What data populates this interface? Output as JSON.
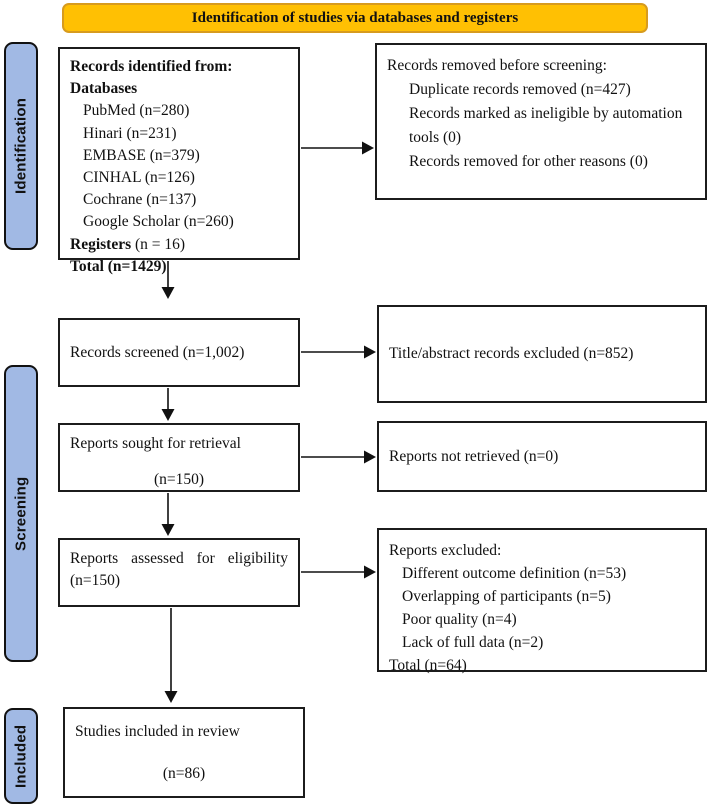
{
  "banner": {
    "label": "Identification of studies via databases and registers"
  },
  "colors": {
    "banner_fill": "#FFC003",
    "banner_border": "#D79B1E",
    "stage_fill": "#A1B9E4"
  },
  "stages": {
    "identification": "Identification",
    "screening": "Screening",
    "included": "Included"
  },
  "boxes": {
    "records_identified": {
      "title": "Records identified from:",
      "group": "Databases",
      "items": [
        "PubMed (n=280)",
        "Hinari (n=231)",
        "EMBASE (n=379)",
        "CINHAL (n=126)",
        "Cochrane (n=137)",
        "Google Scholar (n=260)"
      ],
      "registers_label": "Registers",
      "registers_value": " (n = 16)",
      "total": "Total (n=1429)"
    },
    "records_removed": {
      "title": "Records removed before screening:",
      "items": [
        "Duplicate records removed (n=427)",
        "Records marked as ineligible by automation tools (0)",
        "Records removed for other reasons (0)"
      ]
    },
    "records_screened": {
      "text": "Records screened (n=1,002)"
    },
    "title_abstract_excluded": {
      "text": "Title/abstract records excluded (n=852)"
    },
    "reports_sought": {
      "line1": "Reports sought for retrieval",
      "line2": "(n=150)"
    },
    "reports_not_retrieved": {
      "text": "Reports not retrieved (n=0)"
    },
    "reports_assessed": {
      "line1": "Reports assessed for eligibility",
      "line2": "(n=150)"
    },
    "reports_excluded": {
      "title": "Reports excluded:",
      "items": [
        "Different outcome definition (n=53)",
        "Overlapping of participants (n=5)",
        "Poor quality (n=4)",
        "Lack of full data (n=2)"
      ],
      "total": "Total (n=64)"
    },
    "studies_included": {
      "line1": "Studies included in review",
      "line2": "(n=86)"
    }
  }
}
